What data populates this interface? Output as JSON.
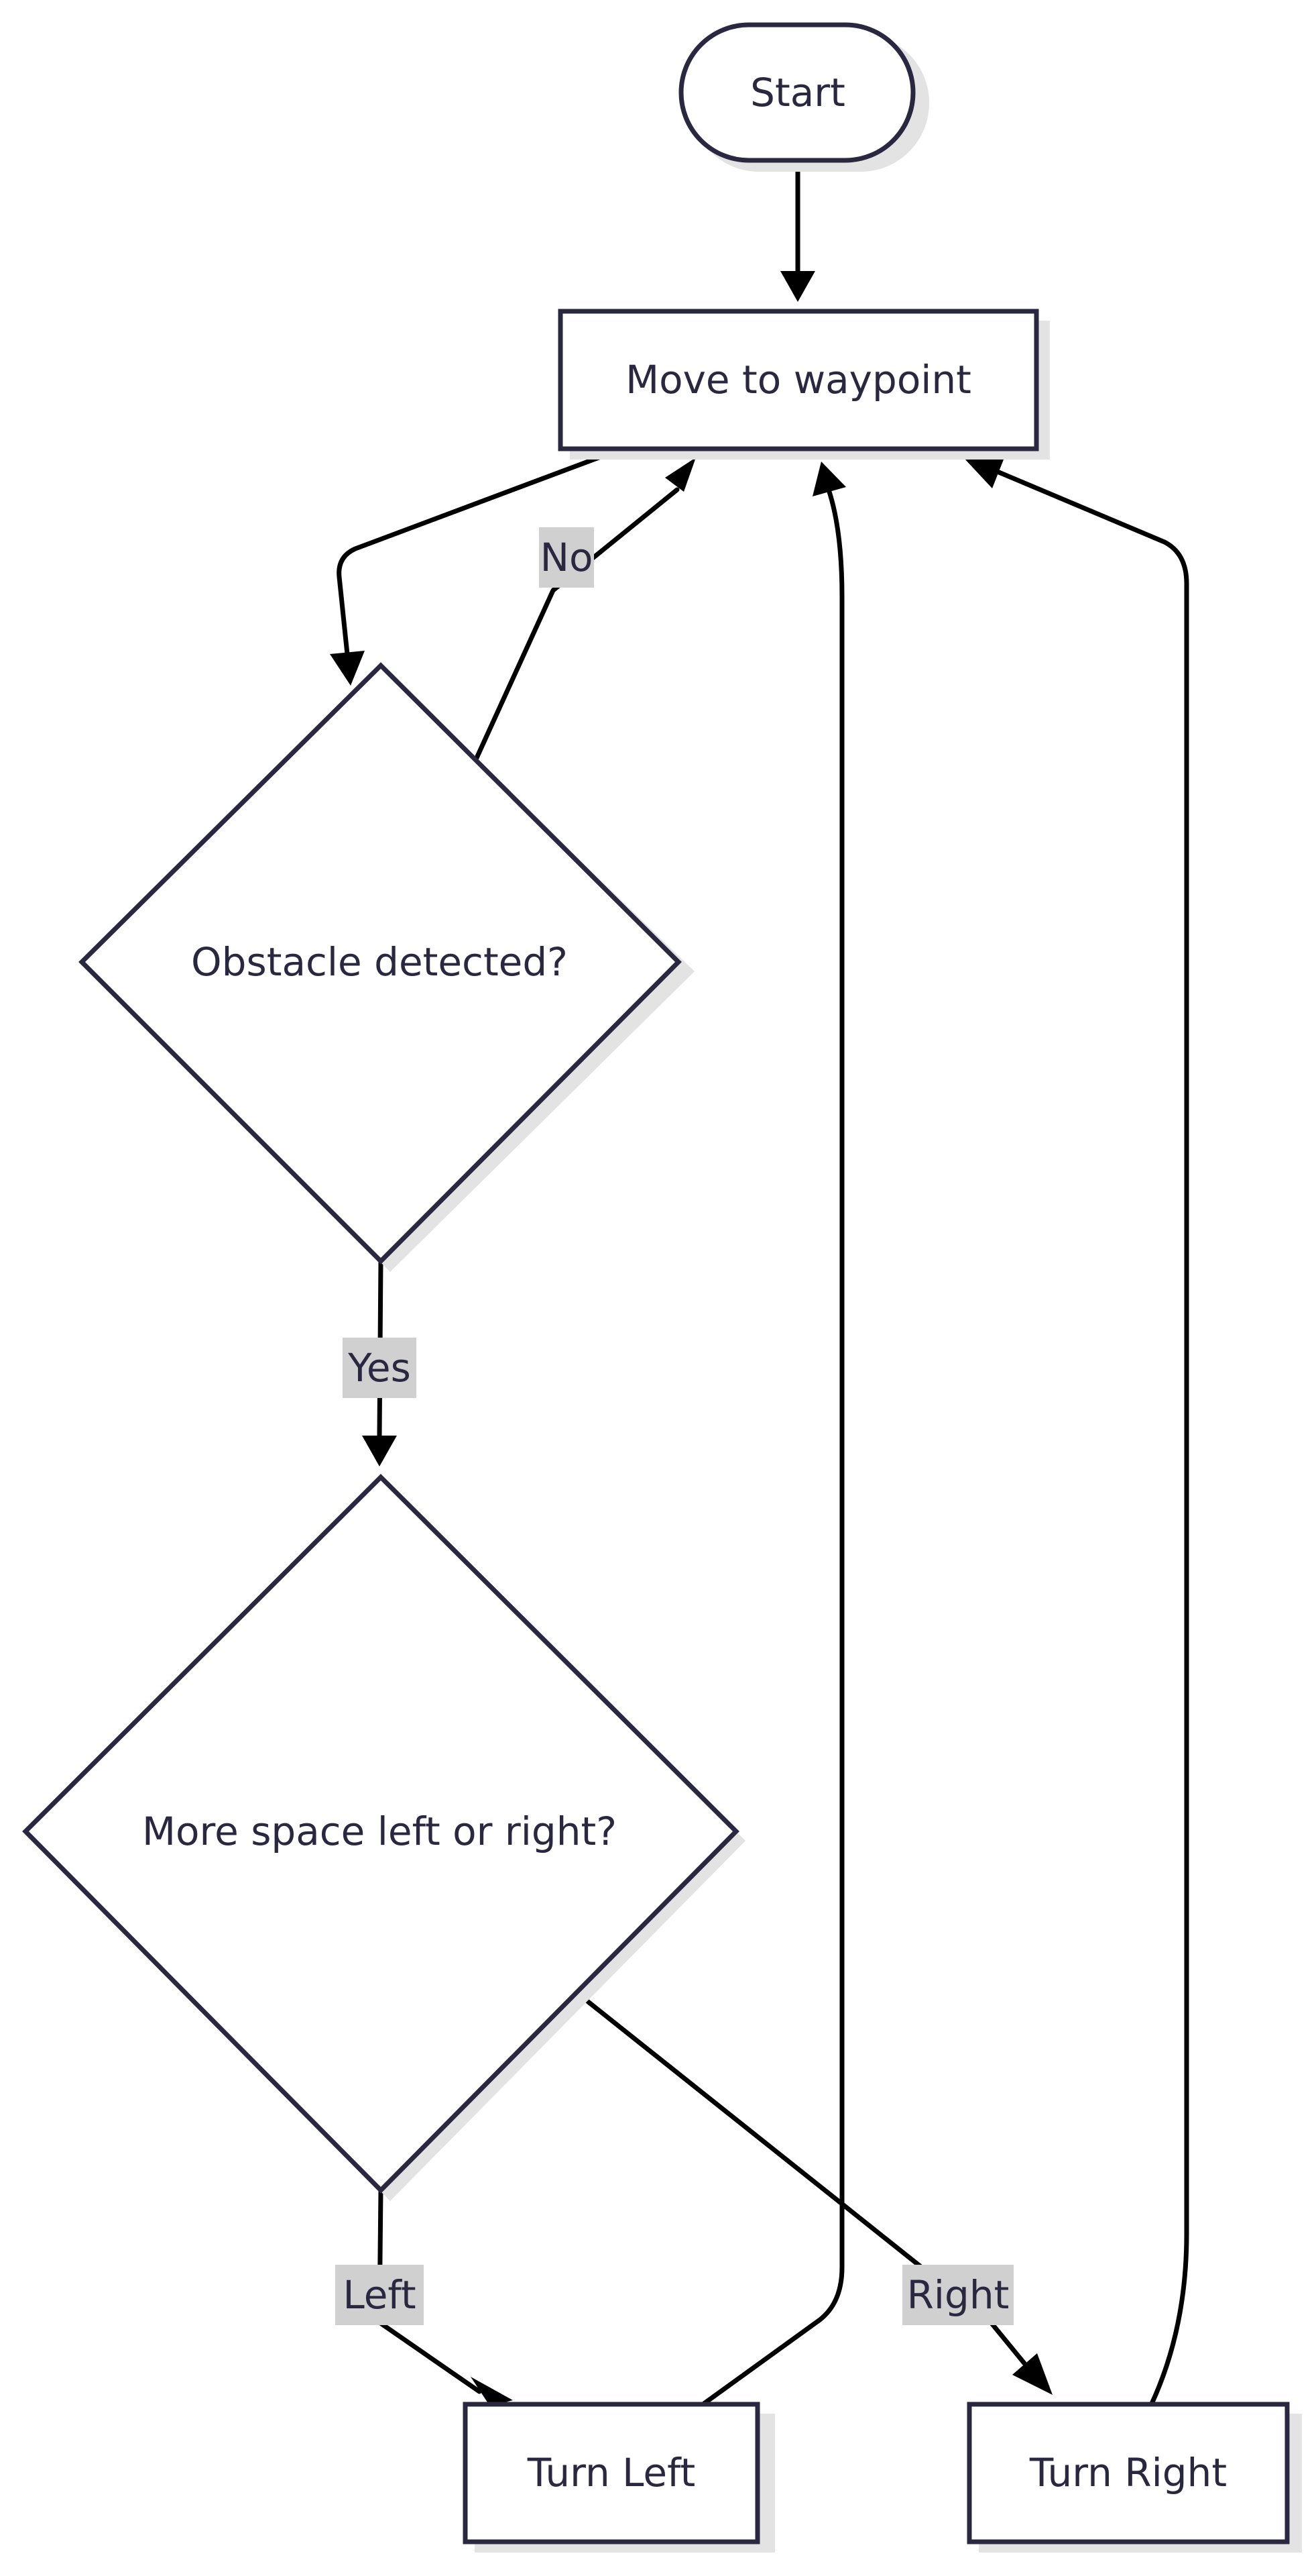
{
  "nodes": {
    "start": {
      "label": "Start"
    },
    "move": {
      "label": "Move to waypoint"
    },
    "obstacle": {
      "label": "Obstacle detected?"
    },
    "space": {
      "label": "More space left or right?"
    },
    "turn_left": {
      "label": "Turn Left"
    },
    "turn_right": {
      "label": "Turn Right"
    }
  },
  "edge_labels": {
    "no": "No",
    "yes": "Yes",
    "left": "Left",
    "right": "Right"
  },
  "colors": {
    "node_stroke": "#2a2740",
    "node_fill": "#ffffff",
    "edge": "#000000",
    "label_bg": "#d0d0d0",
    "shadow": "#e3e3e3"
  }
}
